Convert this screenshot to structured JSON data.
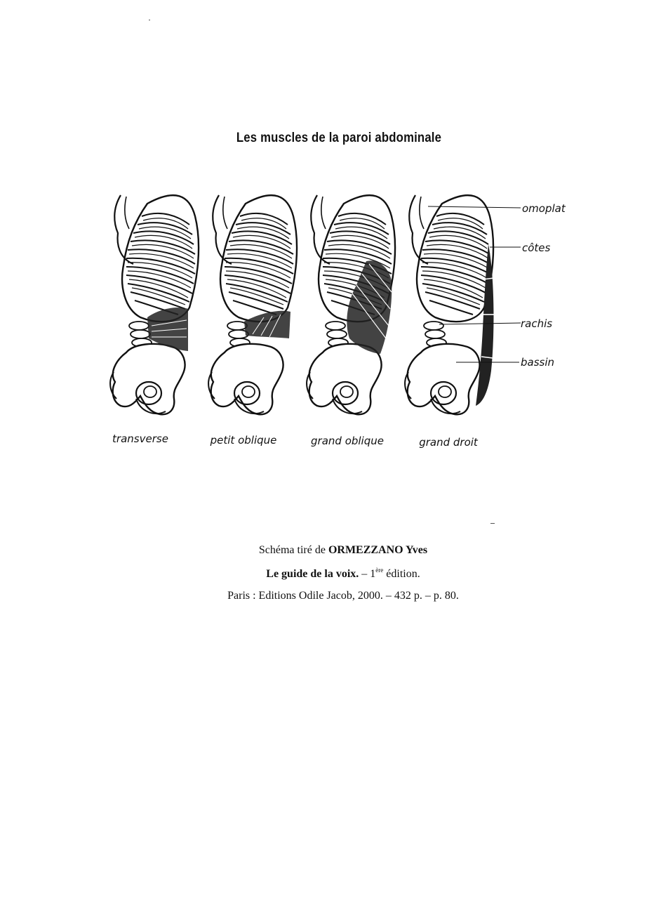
{
  "title": "Les muscles de la paroi abdominale",
  "captions": [
    "transverse",
    "petit oblique",
    "grand oblique",
    "grand droit"
  ],
  "labels": {
    "omoplat": "omoplat",
    "cotes": "côtes",
    "rachis": "rachis",
    "bassin": "bassin"
  },
  "citation": {
    "prefix": "Schéma tiré de ",
    "author": "ORMEZZANO Yves",
    "book": "Le guide de la voix.",
    "edition_dash": " – 1",
    "edition_sup": "ère",
    "edition_word": " édition.",
    "publication": "Paris : Editions Odile Jacob, 2000. – 432 p. – p. 80."
  }
}
